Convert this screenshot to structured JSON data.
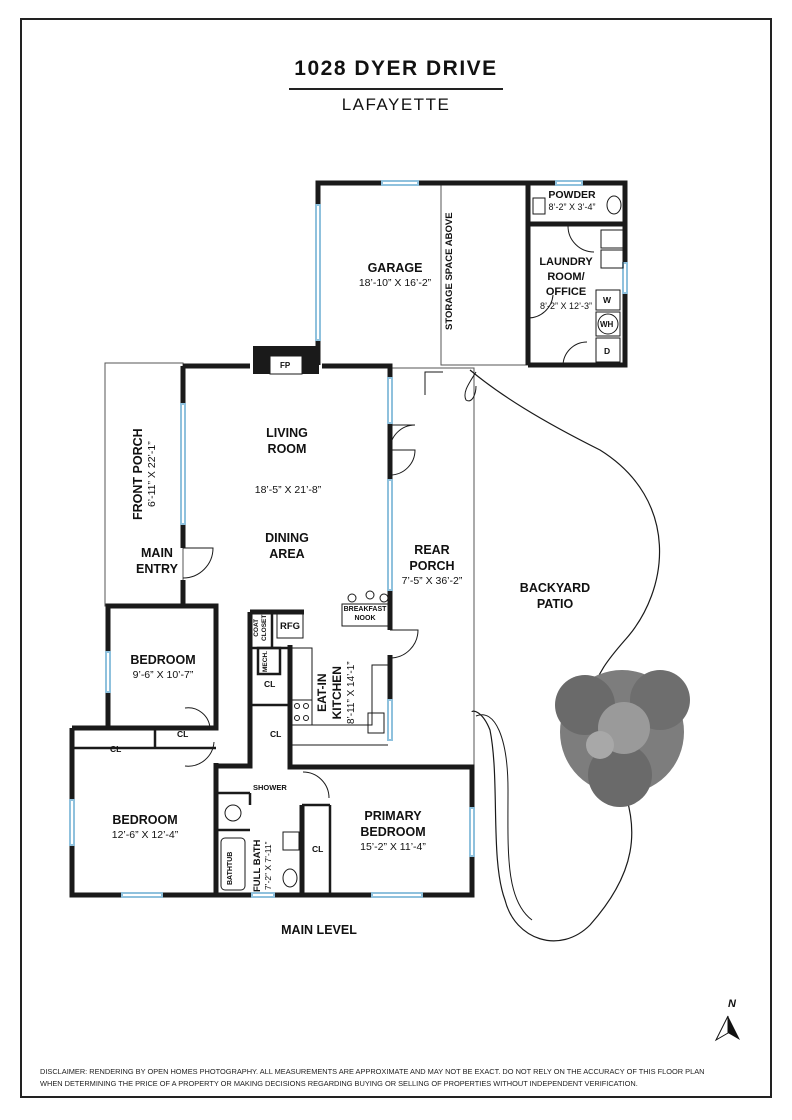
{
  "header": {
    "title": "1028 DYER DRIVE",
    "subtitle": "LAFAYETTE"
  },
  "rooms": {
    "garage": {
      "name": "GARAGE",
      "dims": "18’-10” X 16’-2”"
    },
    "storage": {
      "name": "STORAGE SPACE ABOVE"
    },
    "powder": {
      "name": "POWDER",
      "dims": "8’-2” X 3’-4”"
    },
    "laundry": {
      "name1": "LAUNDRY",
      "name2": "ROOM/",
      "name3": "OFFICE",
      "dims": "8’-2” X 12’-3”"
    },
    "front_porch": {
      "name": "FRONT PORCH",
      "dims": "6’-11” X 22’-1”"
    },
    "living": {
      "name1": "LIVING",
      "name2": "ROOM",
      "dims": "18’-5” X 21’-8”"
    },
    "dining": {
      "name1": "DINING",
      "name2": "AREA"
    },
    "main_entry": {
      "name1": "MAIN",
      "name2": "ENTRY"
    },
    "rear_porch": {
      "name1": "REAR",
      "name2": "PORCH",
      "dims": "7’-5” X 36’-2”"
    },
    "breakfast": {
      "name1": "BREAKFAST",
      "name2": "NOOK"
    },
    "backyard": {
      "name1": "BACKYARD",
      "name2": "PATIO"
    },
    "bedroom1": {
      "name": "BEDROOM",
      "dims": "9’-6” X 10’-7”"
    },
    "kitchen": {
      "name1": "EAT-IN",
      "name2": "KITCHEN",
      "dims": "8’-11” X 14’-1”"
    },
    "bedroom2": {
      "name": "BEDROOM",
      "dims": "12’-6” X 12’-4”"
    },
    "full_bath": {
      "name": "FULL BATH",
      "dims": "7’-2” X 7’-11”"
    },
    "primary": {
      "name1": "PRIMARY",
      "name2": "BEDROOM",
      "dims": "15’-2” X 11’-4”"
    }
  },
  "fixtures": {
    "fp": "FP",
    "rfg": "RFG",
    "coat1": "COAT",
    "coat2": "CLOSET",
    "mech": "MECH.",
    "cl": "CL",
    "shower": "SHOWER",
    "bathtub": "BATHTUB",
    "w": "W",
    "wh": "WH",
    "d": "D"
  },
  "level": "MAIN LEVEL",
  "north": "N",
  "disclaimer_line1": "DISCLAIMER: RENDERING BY OPEN HOMES PHOTOGRAPHY. ALL MEASUREMENTS ARE APPROXIMATE AND MAY NOT BE EXACT. DO NOT RELY ON THE ACCURACY OF THIS FLOOR PLAN",
  "disclaimer_line2": "WHEN DETERMINING THE PRICE OF A PROPERTY OR MAKING DECISIONS REGARDING BUYING OR SELLING OF PROPERTIES WITHOUT INDEPENDENT VERIFICATION.",
  "colors": {
    "wall": "#1a1a1a",
    "window": "#8fc1dd",
    "tree": "#777777"
  }
}
